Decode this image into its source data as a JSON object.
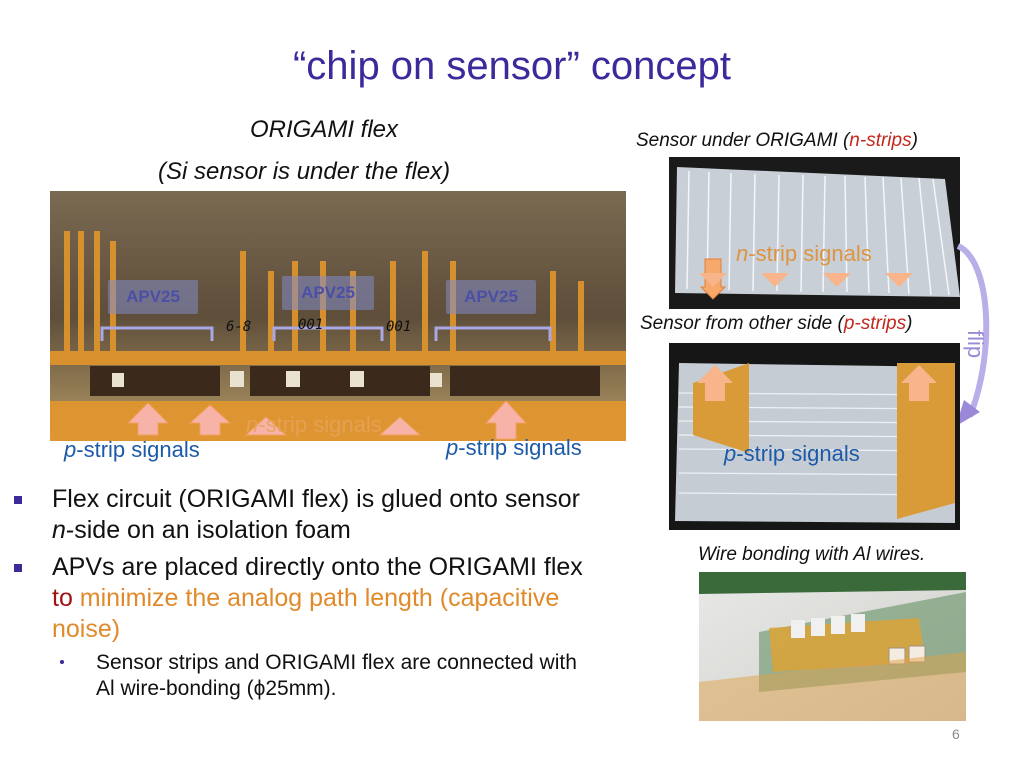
{
  "slide": {
    "title": "“chip on sensor” concept",
    "page_number": "6"
  },
  "left_caption": {
    "line1": "ORIGAMI flex",
    "line2": "(Si sensor is under the flex)"
  },
  "main_photo": {
    "apv_labels": [
      "APV25",
      "APV25",
      "APV25"
    ],
    "n_strip": {
      "italic": "n",
      "rest": "-strip signals"
    },
    "p_strip_left": {
      "italic": "p",
      "rest": "-strip signals"
    },
    "p_strip_right": {
      "italic": "p",
      "rest": "-strip signals"
    },
    "photo_marks": [
      "6-8",
      "001",
      "001"
    ]
  },
  "right_top": {
    "caption_prefix": "Sensor under ORIGAMI (",
    "caption_colored": "n-strips",
    "caption_suffix": ")",
    "overlay": {
      "italic": "n",
      "rest": "-strip signals"
    }
  },
  "right_mid": {
    "caption_prefix": "Sensor from other side (",
    "caption_colored": "p-strips",
    "caption_suffix": ")",
    "overlay": {
      "italic": "p",
      "rest": "-strip signals"
    },
    "flip_label": "flip"
  },
  "right_bottom": {
    "caption": "Wire bonding with Al wires."
  },
  "bullets": [
    {
      "line1": "Flex circuit (ORIGAMI flex) is glued onto sensor",
      "line2_italic": "n",
      "line2_rest": "-side on an isolation foam"
    },
    {
      "line1": "APVs are placed directly onto the ORIGAMI flex",
      "line2_to": "to",
      "line2_highlight": " minimize the analog path length (capacitive",
      "line3_highlight": "noise)"
    }
  ],
  "sub_bullet": {
    "line1": "Sensor strips and ORIGAMI flex are connected with",
    "line2": "Al wire-bonding (ϕ25mm)."
  },
  "colors": {
    "title": "#3a2a9a",
    "n_strip_caption": "#c3281e",
    "p_strip_caption": "#c3281e",
    "highlight": "#e08a2a",
    "to": "#a01414",
    "signal_text": "#1c5aa8",
    "flip": "#9a88d8"
  }
}
